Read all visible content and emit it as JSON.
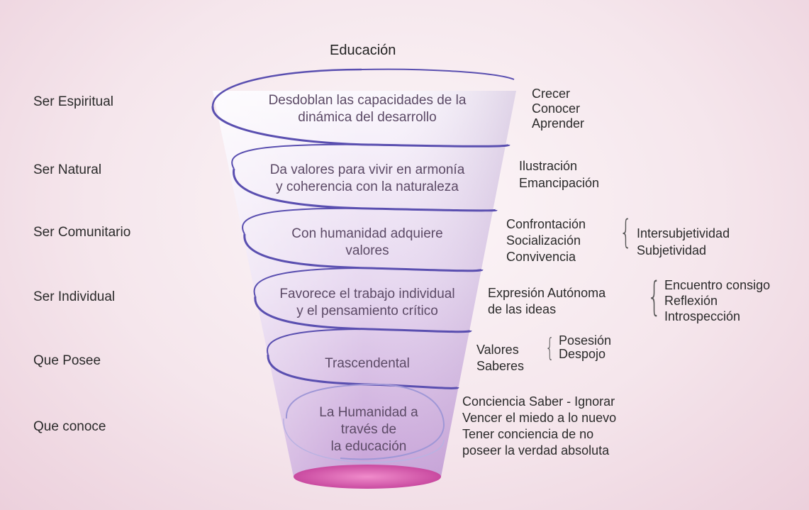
{
  "title": "Educación",
  "levels": [
    {
      "label": "Ser Espiritual"
    },
    {
      "label": "Ser Natural"
    },
    {
      "label": "Ser Comunitario"
    },
    {
      "label": "Ser Individual"
    },
    {
      "label": "Que Posee"
    },
    {
      "label": "Que conoce"
    }
  ],
  "funnel": [
    {
      "line1": "Desdoblan las capacidades de la",
      "line2": "dinámica del desarrollo"
    },
    {
      "line1": "Da valores para vivir en armonía",
      "line2": "y coherencia con la naturaleza"
    },
    {
      "line1": "Con humanidad adquiere",
      "line2": "valores"
    },
    {
      "line1": "Favorece el trabajo individual",
      "line2": "y el pensamiento crítico"
    },
    {
      "line1": "Trascendental"
    },
    {
      "line1": "La Humanidad a",
      "line2": "través de",
      "line3": "la educación"
    }
  ],
  "right": {
    "r1": [
      "Crecer",
      "Conocer",
      "Aprender"
    ],
    "r2": [
      "Ilustración",
      "Emancipación"
    ],
    "r3": [
      "Confrontación",
      "Socialización",
      "Convivencia"
    ],
    "r3b": [
      "Intersubjetividad",
      "Subjetividad"
    ],
    "r4": [
      "Expresión Autónoma",
      "de las ideas"
    ],
    "r4b": [
      "Encuentro consigo",
      "Reflexión",
      "Introspección"
    ],
    "r5": [
      "Valores",
      "Saberes"
    ],
    "r5b": [
      "Posesión",
      "Despojo"
    ],
    "r6": [
      "Conciencia Saber - Ignorar",
      "Vencer el miedo a lo nuevo",
      "Tener conciencia de no",
      "poseer la verdad absoluta"
    ]
  },
  "colors": {
    "spiral": "#5a4fb0",
    "funnel_top": "#f7f3fb",
    "funnel_bottom": "#c9a6db",
    "base": "#e060b8"
  }
}
